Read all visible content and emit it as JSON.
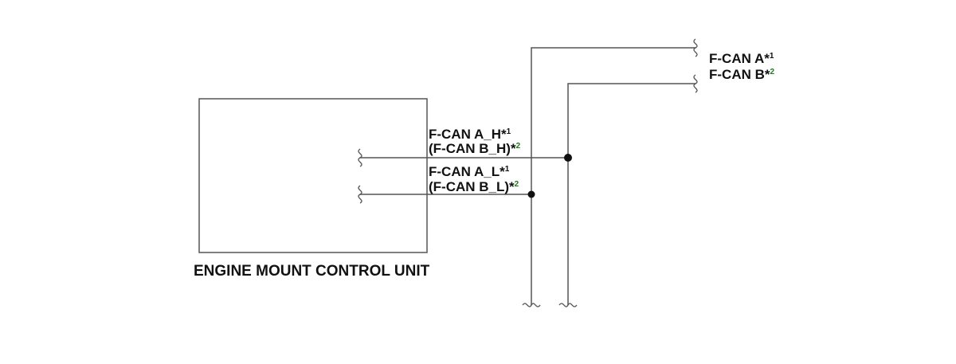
{
  "unit": {
    "name": "ENGINE MOUNT CONTROL UNIT"
  },
  "lines": {
    "high": {
      "name": "F-CAN A_H",
      "alt_name": "(F-CAN B_H)"
    },
    "low": {
      "name": "F-CAN A_L",
      "alt_name": "(F-CAN B_L)"
    }
  },
  "buses": {
    "a": "F-CAN A",
    "b": "F-CAN B"
  },
  "notes": {
    "mark1": "*",
    "sup1": "1",
    "mark2": "*",
    "sup2": "2"
  },
  "colors": {
    "wire": "#555555",
    "node": "#111111",
    "note2": "#1f7a1f"
  }
}
